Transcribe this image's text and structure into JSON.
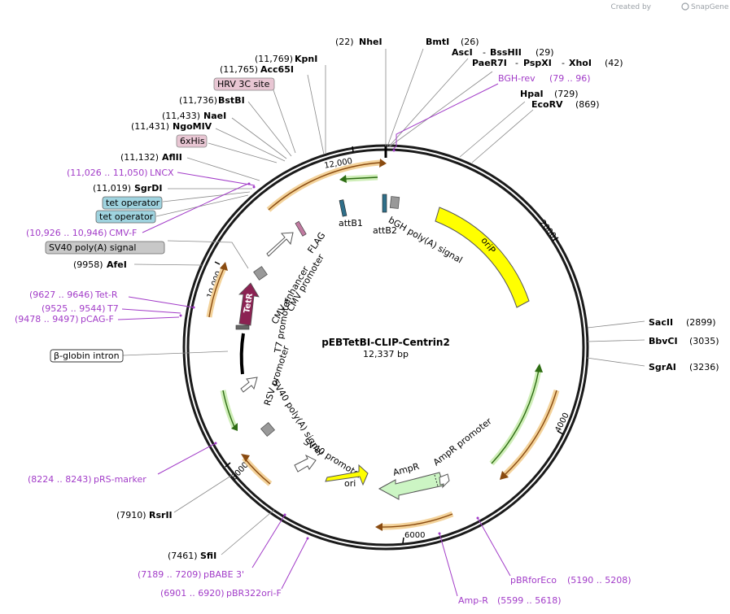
{
  "brand": {
    "prefix": "Created by",
    "name": "SnapGene"
  },
  "map": {
    "title": "pEBTetBI-CLIP-Centrin2",
    "size_label": "12,337 bp",
    "length_bp": 12337,
    "ring_color": "#1a1a1a"
  },
  "ticks": [
    {
      "label": "2000",
      "bp": 2000
    },
    {
      "label": "4000",
      "bp": 4000
    },
    {
      "label": "6000",
      "bp": 6000
    },
    {
      "label": "8000",
      "bp": 8000
    },
    {
      "label": "10,000",
      "bp": 10000
    },
    {
      "label": "12,000",
      "bp": 12000
    }
  ],
  "sites": {
    "nhei": {
      "pos": "(22)",
      "name": "NheI"
    },
    "bmti": {
      "pos": "(26)",
      "name": "BmtI"
    },
    "asci": {
      "name": "AscI"
    },
    "besshii": {
      "name": "BssHII",
      "pos": "(29)"
    },
    "paer7i": {
      "name": "PaeR7I"
    },
    "pspxi": {
      "name": "PspXI"
    },
    "xhoi": {
      "name": "XhoI",
      "pos": "(42)"
    },
    "hpai": {
      "name": "HpaI",
      "pos": "(729)"
    },
    "ecorv": {
      "name": "EcoRV",
      "pos": "(869)"
    },
    "sacii": {
      "name": "SacII",
      "pos": "(2899)"
    },
    "bbvci": {
      "name": "BbvCI",
      "pos": "(3035)"
    },
    "sgrai": {
      "name": "SgrAI",
      "pos": "(3236)"
    },
    "rsrii": {
      "pos": "(7910)",
      "name": "RsrII"
    },
    "sfii": {
      "pos": "(7461)",
      "name": "SfiI"
    },
    "afei": {
      "pos": "(9958)",
      "name": "AfeI"
    },
    "sgrdi": {
      "pos": "(11,019)",
      "name": "SgrDI"
    },
    "aflii": {
      "pos": "(11,132)",
      "name": "AflII"
    },
    "ngomiv": {
      "pos": "(11,431)",
      "name": "NgoMIV"
    },
    "naei": {
      "pos": "(11,433)",
      "name": "NaeI"
    },
    "bstbi": {
      "pos": "(11,736)",
      "name": "BstBI"
    },
    "acc65i": {
      "pos": "(11,765)",
      "name": "Acc65I"
    },
    "kpni": {
      "pos": "(11,769)",
      "name": "KpnI"
    }
  },
  "primers": {
    "bgh_rev": {
      "name": "BGH-rev",
      "range": "(79 .. 96)"
    },
    "lncx": {
      "range": "(11,026 .. 11,050)",
      "name": "LNCX"
    },
    "cmv_f": {
      "range": "(10,926 .. 10,946)",
      "name": "CMV-F"
    },
    "tet_r": {
      "range": "(9627 .. 9646)",
      "name": "Tet-R"
    },
    "t7": {
      "range": "(9525 .. 9544)",
      "name": "T7"
    },
    "pcag_f": {
      "range": "(9478 .. 9497)",
      "name": "pCAG-F"
    },
    "prs_marker": {
      "range": "(8224 .. 8243)",
      "name": "pRS-marker"
    },
    "pbabe3": {
      "range": "(7189 .. 7209)",
      "name": "pBABE 3'"
    },
    "pbr322ori_f": {
      "range": "(6901 .. 6920)",
      "name": "pBR322ori-F"
    },
    "amp_r": {
      "name": "Amp-R",
      "range": "(5599 .. 5618)"
    },
    "pbrforeco": {
      "name": "pBRforEco",
      "range": "(5190 .. 5208)"
    }
  },
  "boxed_labels": {
    "hrv3c": {
      "text": "HRV 3C site",
      "color": "#e8c6d3"
    },
    "sixhis": {
      "text": "6xHis",
      "color": "#e8c6d3"
    },
    "tetop1": {
      "text": "tet operator",
      "color": "#9fd3df"
    },
    "tetop2": {
      "text": "tet operator",
      "color": "#9fd3df"
    },
    "sv40pa_outer": {
      "text": "SV40 poly(A) signal",
      "color": "#c8c8c8"
    },
    "bglobin": {
      "text": "β-globin intron",
      "color": "#ffffff"
    }
  },
  "features": {
    "attb1": "attB1",
    "attb2": "attB2",
    "bgh": "bGH poly(A) signal",
    "orip": "oriP",
    "flag": "FLAG",
    "cmv_enh": "CMV enhancer",
    "cmv_prom": "CMV promoter",
    "tetr": "TetR",
    "t7_prom": "T7 promoter",
    "rsv_prom": "RSV promoter",
    "sv40pa_inner": "SV40 poly(A) signal",
    "sv40_prom": "SV40 promoter",
    "ori": "ori",
    "ampr": "AmpR",
    "ampr_prom": "AmpR promoter"
  },
  "colors": {
    "orip": "#ffff00",
    "ori": "#ffff00",
    "ampr": "#ccf5c4",
    "tetr": "#8b2252",
    "primer": "#a23cc8",
    "green_arrow": "#4a9a1e",
    "orange_arrow": "#e07a10"
  }
}
